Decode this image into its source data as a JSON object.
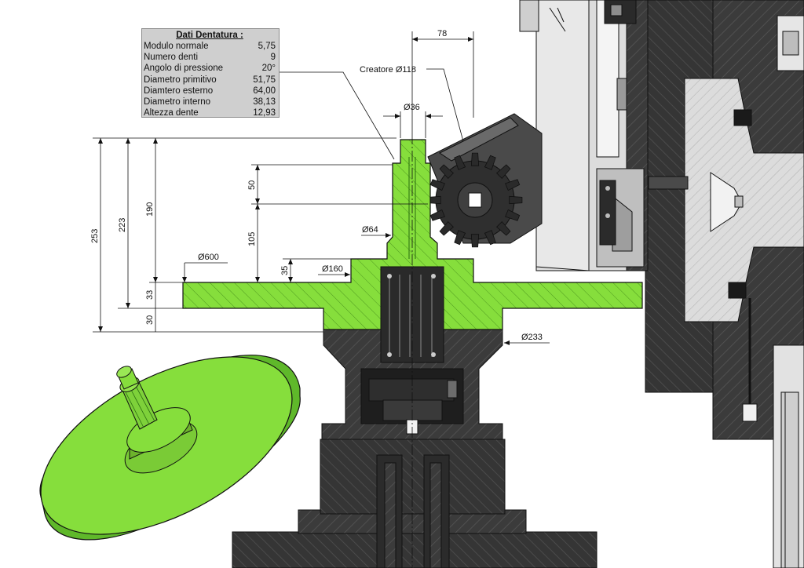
{
  "table": {
    "title": "Dati Dentatura :",
    "rows": [
      {
        "label": "Modulo normale",
        "value": "5,75"
      },
      {
        "label": "Numero denti",
        "value": "9"
      },
      {
        "label": "Angolo di pressione",
        "value": "20°"
      },
      {
        "label": "Diametro primitivo",
        "value": "51,75"
      },
      {
        "label": "Diamtero esterno",
        "value": "64,00"
      },
      {
        "label": "Diametro interno",
        "value": "38,13"
      },
      {
        "label": "Altezza dente",
        "value": "12,93"
      }
    ]
  },
  "dimensions": {
    "hob_offset": "78",
    "hob_label": "Creatore Ø118",
    "shaft_dia": "Ø36",
    "pinion_dia": "Ø64",
    "hub_dia": "Ø160",
    "disk_dia": "Ø600",
    "base_dia": "Ø233",
    "h_total": "253",
    "h_223": "223",
    "h_190": "190",
    "h_50": "50",
    "h_105": "105",
    "h_35": "35",
    "h_33": "33",
    "h_30": "30"
  },
  "colors": {
    "part_green": "#86de3c",
    "part_green_dark": "#3a8f16",
    "steel_dark": "#3b3b3b",
    "steel_light": "#d9d9d9",
    "outline": "#111111"
  }
}
